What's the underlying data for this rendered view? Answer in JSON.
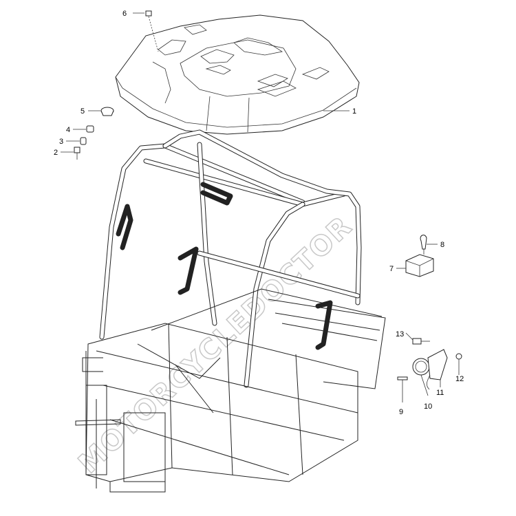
{
  "watermark": "MOTORCYCLEDOCTOR",
  "callouts": [
    "1",
    "2",
    "3",
    "4",
    "5",
    "6",
    "7",
    "8",
    "9",
    "10",
    "11",
    "12",
    "13"
  ]
}
